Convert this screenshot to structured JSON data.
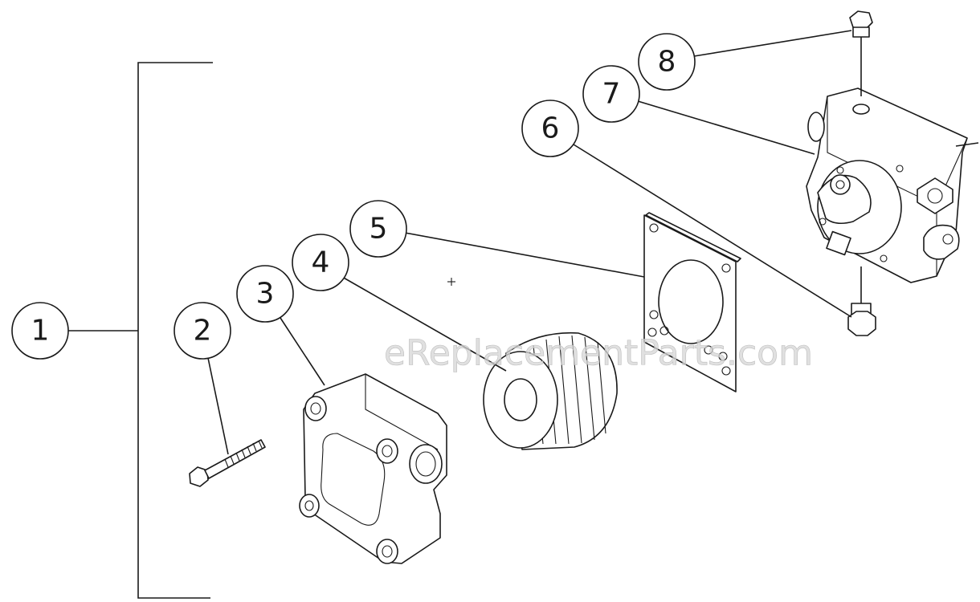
{
  "callouts": [
    {
      "label": "1"
    },
    {
      "label": "2"
    },
    {
      "label": "3"
    },
    {
      "label": "4"
    },
    {
      "label": "5"
    },
    {
      "label": "6"
    },
    {
      "label": "7"
    },
    {
      "label": "8"
    }
  ],
  "watermark": {
    "text": "eReplacementParts.com"
  },
  "colors": {
    "line": "#1a1a1a",
    "background": "#ffffff",
    "watermark": "#d6d6d6"
  }
}
